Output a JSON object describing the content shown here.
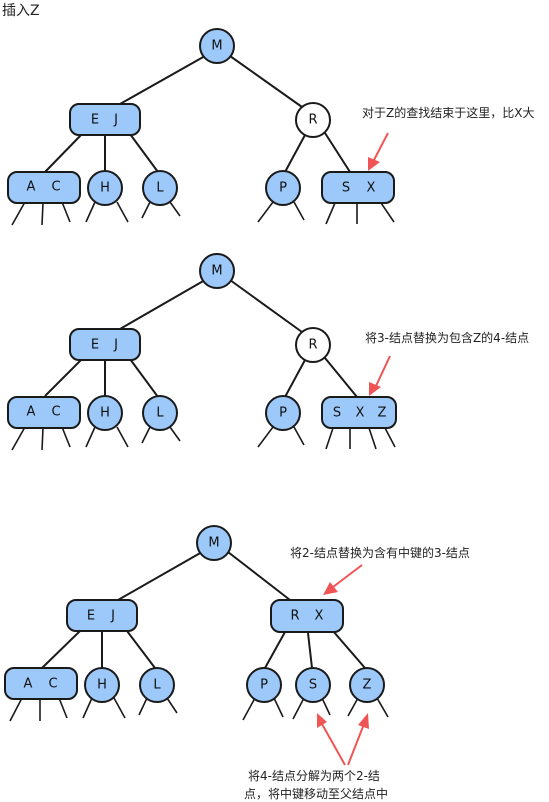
{
  "title": "插入Z",
  "panels": [
    {
      "id": "step1",
      "annotation": "对于Z的查找结束于这里，比X大",
      "nodes": {
        "root": [
          "M"
        ],
        "ej": [
          "E",
          "J"
        ],
        "r": [
          "R"
        ],
        "ac": [
          "A",
          "C"
        ],
        "h": [
          "H"
        ],
        "l": [
          "L"
        ],
        "p": [
          "P"
        ],
        "target": [
          "S",
          "X"
        ]
      }
    },
    {
      "id": "step2",
      "annotation": "将3-结点替换为包含Z的4-结点",
      "nodes": {
        "root": [
          "M"
        ],
        "ej": [
          "E",
          "J"
        ],
        "r": [
          "R"
        ],
        "ac": [
          "A",
          "C"
        ],
        "h": [
          "H"
        ],
        "l": [
          "L"
        ],
        "p": [
          "P"
        ],
        "target": [
          "S",
          "X",
          "Z"
        ]
      }
    },
    {
      "id": "step3",
      "annotation": "将2-结点替换为含有中键的3-结点",
      "annotation2_line1": "将4-结点分解为两个2-结",
      "annotation2_line2": "点，将中键移动至父结点中",
      "nodes": {
        "root": [
          "M"
        ],
        "ej": [
          "E",
          "J"
        ],
        "rx": [
          "R",
          "X"
        ],
        "ac": [
          "A",
          "C"
        ],
        "h": [
          "H"
        ],
        "l": [
          "L"
        ],
        "p": [
          "P"
        ],
        "s": [
          "S"
        ],
        "z": [
          "Z"
        ]
      }
    }
  ],
  "colors": {
    "node_fill": "#9cc8fa",
    "arrow": "#f05555",
    "link": "#1a1a1a"
  }
}
